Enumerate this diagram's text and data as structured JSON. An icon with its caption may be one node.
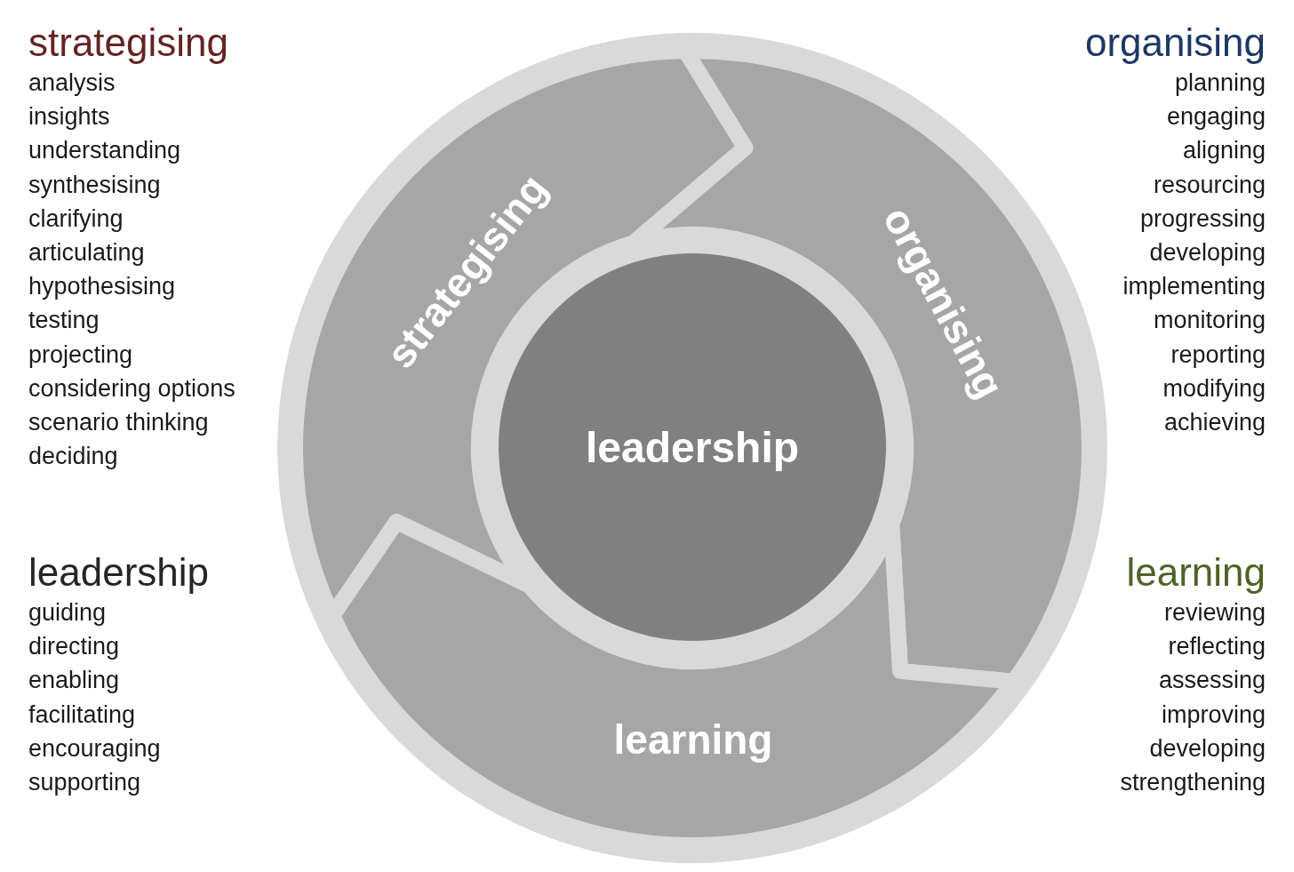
{
  "diagram": {
    "nodes": [
      {
        "text": [],
        "shape": "circle"
      },
      {
        "text": [
          "strategising"
        ],
        "in": 0
      },
      {
        "text": [
          "organising"
        ],
        "in": 0
      },
      {
        "text": [
          "learning"
        ],
        "in": 0
      },
      {
        "text": [
          "leadership"
        ],
        "in": 0
      }
    ],
    "labels": [
      "strategising",
      "analysis",
      "insights",
      "understanding",
      "synthesising",
      "clarifying",
      "articulating",
      "hypothesising",
      "testing",
      "projecting",
      "considering options",
      "scenario thinking",
      "deciding",
      "organising",
      "planning",
      "engaging",
      "aligning",
      "resourcing",
      "progressing",
      "developing",
      "implementing",
      "monitoring",
      "reporting",
      "modifying",
      "achieving",
      "leadership",
      "guiding",
      "directing",
      "enabling",
      "facilitating",
      "encouraging",
      "supporting",
      "learning",
      "reviewing",
      "reflecting",
      "assessing",
      "improving",
      "developing",
      "strengthening"
    ]
  }
}
